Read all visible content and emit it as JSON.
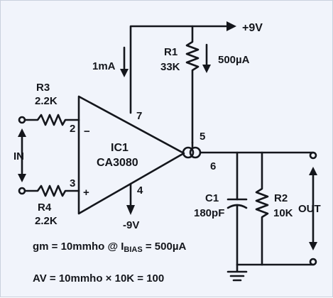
{
  "diagram": {
    "supply_pos": "+9V",
    "supply_neg": "-9V",
    "current_amp": "1mA",
    "r1_name": "R1",
    "r1_value": "33K",
    "r1_current": "500µA",
    "r3_name": "R3",
    "r3_value": "2.2K",
    "r4_name": "R4",
    "r4_value": "2.2K",
    "ic_name": "IC1",
    "ic_part": "CA3080",
    "pin_2": "2",
    "pin_3": "3",
    "pin_4": "4",
    "pin_5": "5",
    "pin_6": "6",
    "pin_7": "7",
    "minus_sign": "−",
    "plus_sign": "+",
    "input_label": "IN",
    "output_label": "OUT",
    "c1_name": "C1",
    "c1_value": "180pF",
    "r2_name": "R2",
    "r2_value": "10K",
    "eq_gm_left": "gm = 10mmho @ I",
    "eq_gm_sub": "BIAS",
    "eq_gm_right": " = 500µA",
    "eq_av": "AV = 10mmho × 10K = 100"
  }
}
